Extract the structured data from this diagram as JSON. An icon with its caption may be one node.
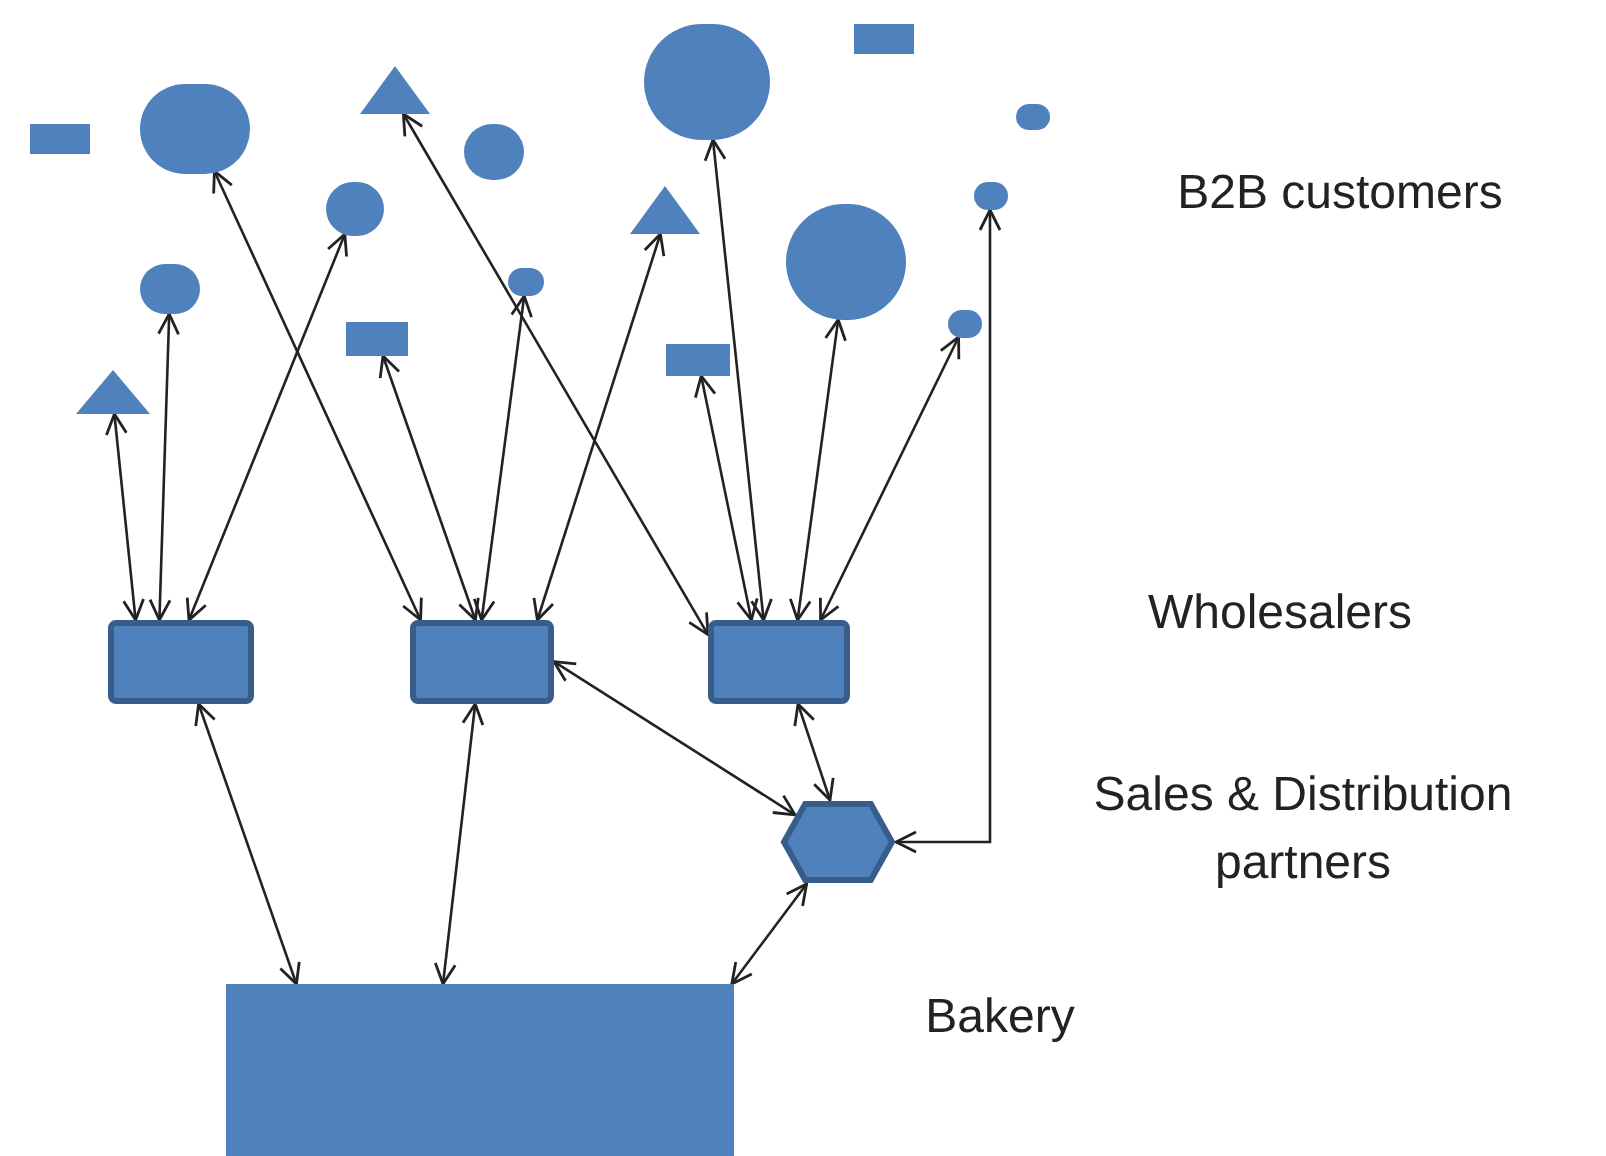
{
  "diagram": {
    "nodes": [
      {
        "text": [],
        "shape": "box"
      },
      {
        "text": [],
        "shape": "circle"
      },
      {
        "text": [],
        "shape": "triangle"
      },
      {
        "text": [],
        "shape": "circle"
      },
      {
        "text": [],
        "shape": "circle"
      },
      {
        "text": [],
        "shape": "box"
      },
      {
        "text": [],
        "shape": "circle"
      },
      {
        "text": [],
        "shape": "circle"
      },
      {
        "text": [],
        "shape": "triangle"
      },
      {
        "text": [],
        "shape": "circle"
      },
      {
        "text": [],
        "shape": "circle"
      },
      {
        "text": [],
        "shape": "circle"
      },
      {
        "text": [],
        "shape": "circle"
      },
      {
        "text": [],
        "shape": "box"
      },
      {
        "text": [],
        "shape": "box"
      },
      {
        "text": [],
        "shape": "circle"
      },
      {
        "text": [],
        "shape": "triangle"
      },
      {
        "text": [],
        "shape": "box"
      },
      {
        "text": [],
        "shape": "box"
      },
      {
        "text": [],
        "shape": "box"
      },
      {
        "text": [],
        "shape": "hexagon"
      },
      {
        "text": [],
        "shape": "box"
      }
    ],
    "edges": [
      {
        "from": 16,
        "to": 17,
        "arrow": "both"
      },
      {
        "from": 10,
        "to": 17,
        "arrow": "both"
      },
      {
        "from": 7,
        "to": 17,
        "arrow": "both"
      },
      {
        "from": 1,
        "to": 18,
        "arrow": "both"
      },
      {
        "from": 13,
        "to": 18,
        "arrow": "both"
      },
      {
        "from": 11,
        "to": 18,
        "arrow": "both"
      },
      {
        "from": 8,
        "to": 18,
        "arrow": "both"
      },
      {
        "from": 2,
        "to": 19,
        "arrow": "both"
      },
      {
        "from": 14,
        "to": 19,
        "arrow": "both"
      },
      {
        "from": 4,
        "to": 19,
        "arrow": "both"
      },
      {
        "from": 12,
        "to": 19,
        "arrow": "both"
      },
      {
        "from": 15,
        "to": 19,
        "arrow": "both"
      },
      {
        "from": 20,
        "to": 9,
        "arrow": "both"
      },
      {
        "from": 17,
        "to": 21,
        "arrow": "both"
      },
      {
        "from": 18,
        "to": 21,
        "arrow": "both"
      },
      {
        "from": 18,
        "to": 20,
        "arrow": "both"
      },
      {
        "from": 19,
        "to": 20,
        "arrow": "both"
      },
      {
        "from": 20,
        "to": 21,
        "arrow": "both"
      }
    ],
    "labels": [
      "B2B customers",
      "Wholesalers",
      "Sales & Distribution partners",
      "Bakery"
    ]
  }
}
